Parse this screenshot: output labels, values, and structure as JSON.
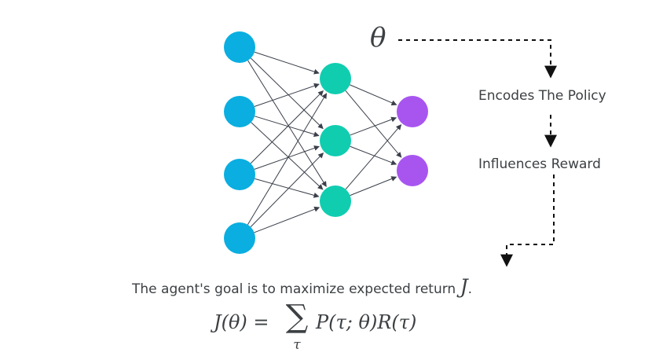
{
  "network": {
    "layers": [
      {
        "name": "input",
        "count": 4,
        "color": "#0aaee0"
      },
      {
        "name": "hidden",
        "count": 3,
        "color": "#10cdb0"
      },
      {
        "name": "output",
        "count": 2,
        "color": "#a855f0"
      }
    ],
    "edge_color": "#3a3f4a"
  },
  "theta": "θ",
  "flow": {
    "encodes": "Encodes The Policy",
    "influences": "Influences Reward"
  },
  "goal": {
    "text": "The agent's goal is to maximize expected return ",
    "symbol": "J",
    "end": "."
  },
  "formula": {
    "lhs": "J(θ) =",
    "sigma": "∑",
    "subscript": "τ",
    "rhs": "P(τ; θ)R(τ)"
  }
}
